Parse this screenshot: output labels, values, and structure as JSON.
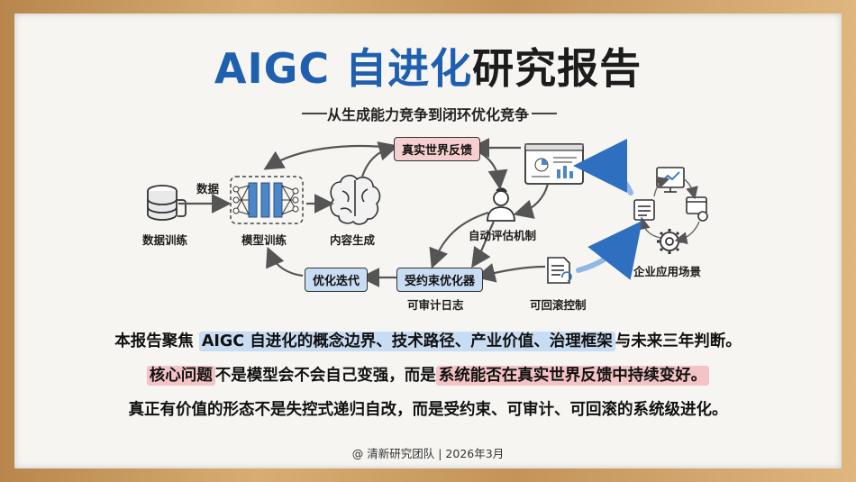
{
  "title": {
    "part1": "AIGC 自进化",
    "part2": "研究报告"
  },
  "subtitle": "从生成能力竞争到闭环优化竞争",
  "diagram": {
    "data_arrow_label": "数据",
    "node_data_training": "数据训练",
    "node_model_training": "模型训练",
    "node_content_gen": "内容生成",
    "node_real_feedback": "真实世界反馈",
    "node_auto_eval": "自动评估机制",
    "node_enterprise": "企业应用场景",
    "node_constrained_opt": "受约束优化器",
    "node_auditable_log": "可审计日志",
    "node_rollback": "可回滚控制",
    "node_iterate": "优化迭代"
  },
  "body": {
    "line1": {
      "prefix": "本报告聚焦 ",
      "highlight": "AIGC 自进化的概念边界、技术路径、产业价值、治理框架",
      "suffix": "与未来三年判断。"
    },
    "line2": {
      "highlight1": "核心问题",
      "middle": "不是模型会不会自己变强，而是",
      "highlight2": "系统能否在真实世界反馈中持续变好。"
    },
    "line3": "真正有价值的形态不是失控式递归自改，而是受约束、可审计、可回滚的系统级进化。"
  },
  "footer": "@ 清新研究团队 | 2026年3月",
  "colors": {
    "blue": "#1f5fb0",
    "blue_highlight": "#c8dcf3",
    "pink_highlight": "#f3c3c6",
    "arrow_gray": "#8a8a8a",
    "arrow_blue": "#8fb8e6"
  }
}
